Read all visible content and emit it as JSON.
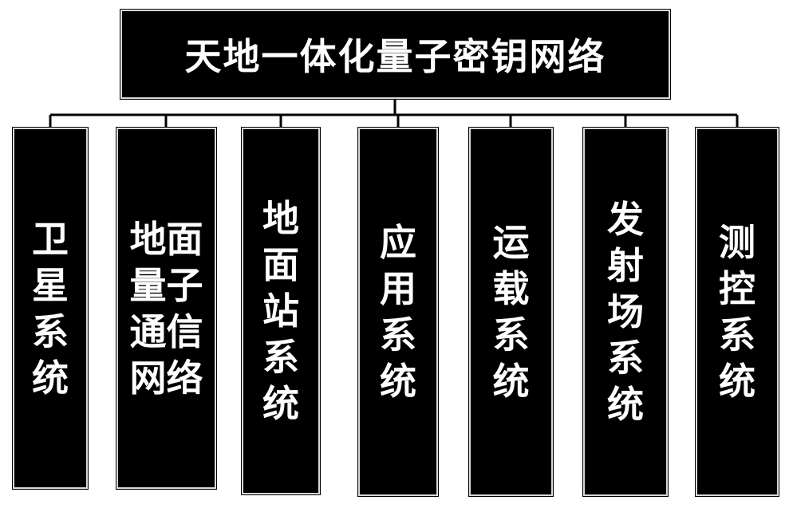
{
  "colors": {
    "box_fill": "#000000",
    "box_text": "#ffffff",
    "connector": "#000000"
  },
  "root": {
    "label": "天地一体化量子密钥网络"
  },
  "children": [
    {
      "label": "卫星系统"
    },
    {
      "label": "地面量子通信网络"
    },
    {
      "label": "地面站系统"
    },
    {
      "label": "应用系统"
    },
    {
      "label": "运载系统"
    },
    {
      "label": "发射场系统"
    },
    {
      "label": "测控系统"
    }
  ]
}
